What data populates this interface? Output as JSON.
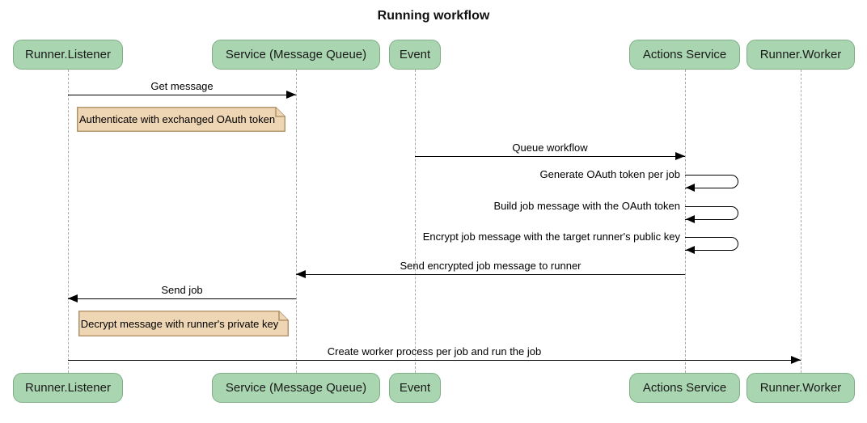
{
  "diagram": {
    "type": "sequence-diagram",
    "title": "Running workflow",
    "colors": {
      "background": "#ffffff",
      "actor_fill": "#a9d5b0",
      "actor_border": "#7fae87",
      "note_fill": "#eed5b3",
      "note_border": "#a6875c",
      "message_line": "#000000",
      "lifeline": "#a9a9a9",
      "text": "#000000"
    },
    "actors": [
      {
        "label": "Runner.Listener"
      },
      {
        "label": "Service (Message Queue)"
      },
      {
        "label": "Event"
      },
      {
        "label": "Actions Service"
      },
      {
        "label": "Runner.Worker"
      }
    ],
    "messages": [
      {
        "label": "Get message",
        "from": "Runner.Listener",
        "to": "Service (Message Queue)",
        "direction": "right"
      },
      {
        "label": "Queue workflow",
        "from": "Event",
        "to": "Actions Service",
        "direction": "right"
      },
      {
        "label": "Send encrypted job message to runner",
        "from": "Actions Service",
        "to": "Service (Message Queue)",
        "direction": "left"
      },
      {
        "label": "Send job",
        "from": "Service (Message Queue)",
        "to": "Runner.Listener",
        "direction": "left"
      },
      {
        "label": "Create worker process per job and run the job",
        "from": "Runner.Listener",
        "to": "Runner.Worker",
        "direction": "right"
      }
    ],
    "self_messages": [
      {
        "label": "Generate OAuth token per job",
        "actor": "Actions Service"
      },
      {
        "label": "Build job message with the OAuth token",
        "actor": "Actions Service"
      },
      {
        "label": "Encrypt job message with the target runner's public key",
        "actor": "Actions Service"
      }
    ],
    "notes": [
      {
        "label": "Authenticate with exchanged OAuth token",
        "anchor": "Runner.Listener"
      },
      {
        "label": "Decrypt message with runner's private key",
        "anchor": "Runner.Listener"
      }
    ]
  }
}
